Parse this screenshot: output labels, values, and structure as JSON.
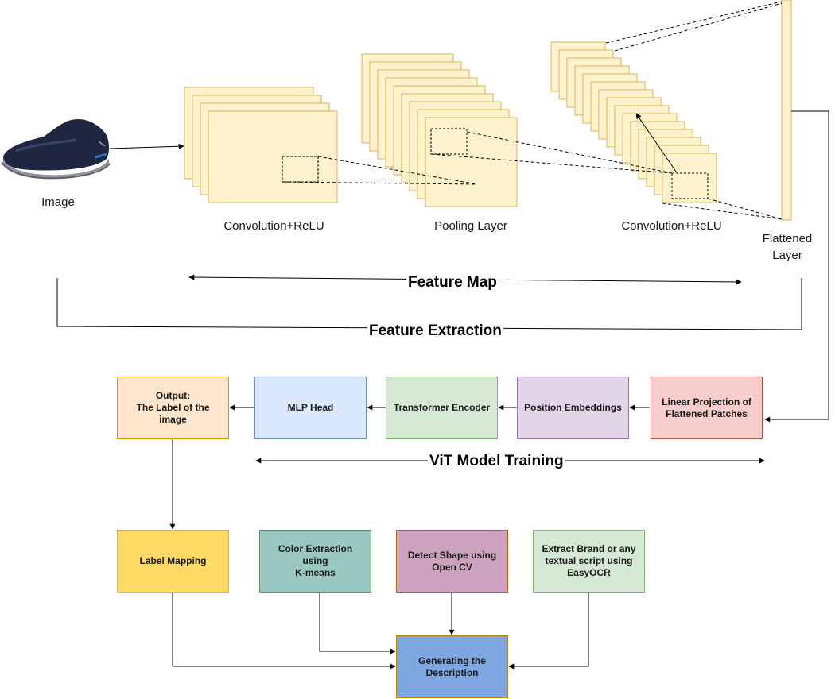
{
  "labels": {
    "image": "Image",
    "conv1": "Convolution+ReLU",
    "pool": "Pooling Layer",
    "conv2": "Convolution+ReLU",
    "flattened": "Flattened\nLayer",
    "feature_map": "Feature Map",
    "feature_extraction": "Feature Extraction",
    "vit_training": "ViT Model Training"
  },
  "icons": {
    "shoe": "shoe-photo"
  },
  "boxes": {
    "output": {
      "text": "Output:\nThe Label of the image",
      "fill": "#ffe6cc",
      "stroke": "#d79b00"
    },
    "mlp": {
      "text": "MLP Head",
      "fill": "#dae8fc",
      "stroke": "#6c8ebf"
    },
    "transformer": {
      "text": "Transformer Encoder",
      "fill": "#d5e8d4",
      "stroke": "#82b366"
    },
    "position": {
      "text": "Position Embeddings",
      "fill": "#e1d5e7",
      "stroke": "#9673a6"
    },
    "linear": {
      "text": "Linear Projection of\nFlattened Patches",
      "fill": "#f8cecc",
      "stroke": "#b85450"
    },
    "label_mapping": {
      "text": "Label Mapping",
      "fill": "#ffd966",
      "stroke": "#d6b656"
    },
    "color": {
      "text": "Color Extraction using\nK-means",
      "fill": "#9ac7bf",
      "stroke": "#6a9153"
    },
    "shape": {
      "text": "Detect Shape using\nOpen CV",
      "fill": "#cda2be",
      "stroke": "#b46504"
    },
    "brand": {
      "text": "Extract Brand or any\ntextual script using\nEasyOCR",
      "fill": "#d5e8d4",
      "stroke": "#82b366"
    },
    "description": {
      "text": "Generating the\nDescription",
      "fill": "#7ea6e0",
      "stroke": "#b8860b"
    }
  },
  "colors": {
    "layer_fill": "#fff2cc",
    "layer_stroke": "#d6b656",
    "line": "#000000"
  }
}
